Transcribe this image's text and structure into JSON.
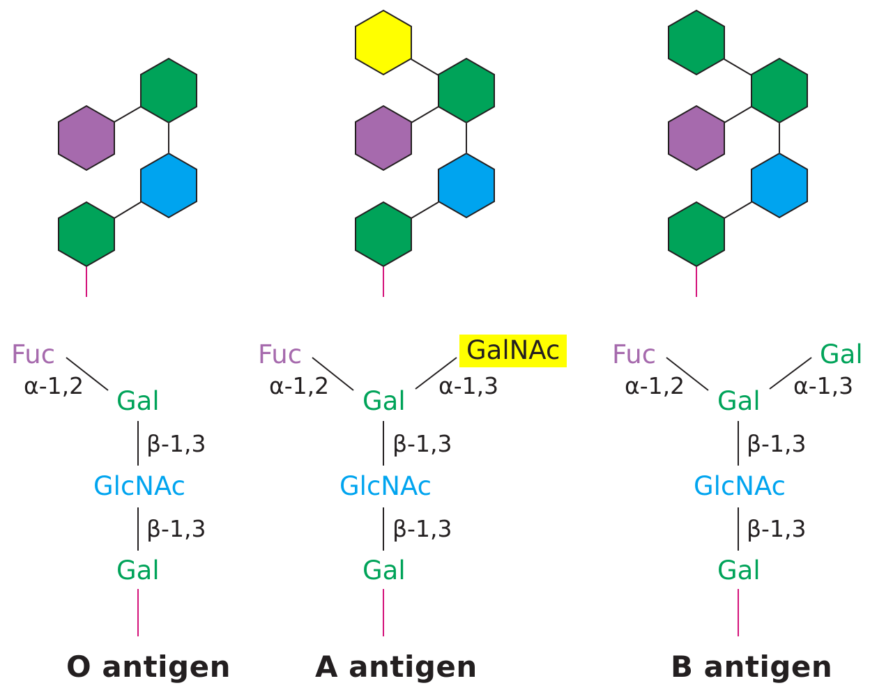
{
  "colors": {
    "fuc": "#a66aad",
    "gal": "#00a359",
    "glcnac": "#00a4ef",
    "galnac": "#ffff00",
    "outline": "#231f20",
    "stem": "#d4127a",
    "link_text": "#231f20"
  },
  "panels": [
    {
      "id": "o",
      "title": "O antigen",
      "hexagons": [
        "fuc",
        "gal",
        "glcnac",
        "gal"
      ],
      "terminal": null,
      "labels": {
        "fuc": "Fuc",
        "alpha12": "α-1,2",
        "gal_top": "Gal",
        "beta13_a": "β-1,3",
        "glcnac": "GlcNAc",
        "beta13_b": "β-1,3",
        "gal_bottom": "Gal"
      }
    },
    {
      "id": "a",
      "title": "A antigen",
      "hexagons": [
        "galnac",
        "fuc",
        "gal",
        "glcnac",
        "gal"
      ],
      "terminal": "GalNAc",
      "labels": {
        "fuc": "Fuc",
        "alpha12": "α-1,2",
        "gal_top": "Gal",
        "terminal": "GalNAc",
        "alpha13": "α-1,3",
        "beta13_a": "β-1,3",
        "glcnac": "GlcNAc",
        "beta13_b": "β-1,3",
        "gal_bottom": "Gal"
      }
    },
    {
      "id": "b",
      "title": "B antigen",
      "hexagons": [
        "gal",
        "fuc",
        "gal",
        "glcnac",
        "gal"
      ],
      "terminal": "Gal",
      "labels": {
        "fuc": "Fuc",
        "alpha12": "α-1,2",
        "gal_top": "Gal",
        "terminal": "Gal",
        "alpha13": "α-1,3",
        "beta13_a": "β-1,3",
        "glcnac": "GlcNAc",
        "beta13_b": "β-1,3",
        "gal_bottom": "Gal"
      }
    }
  ]
}
